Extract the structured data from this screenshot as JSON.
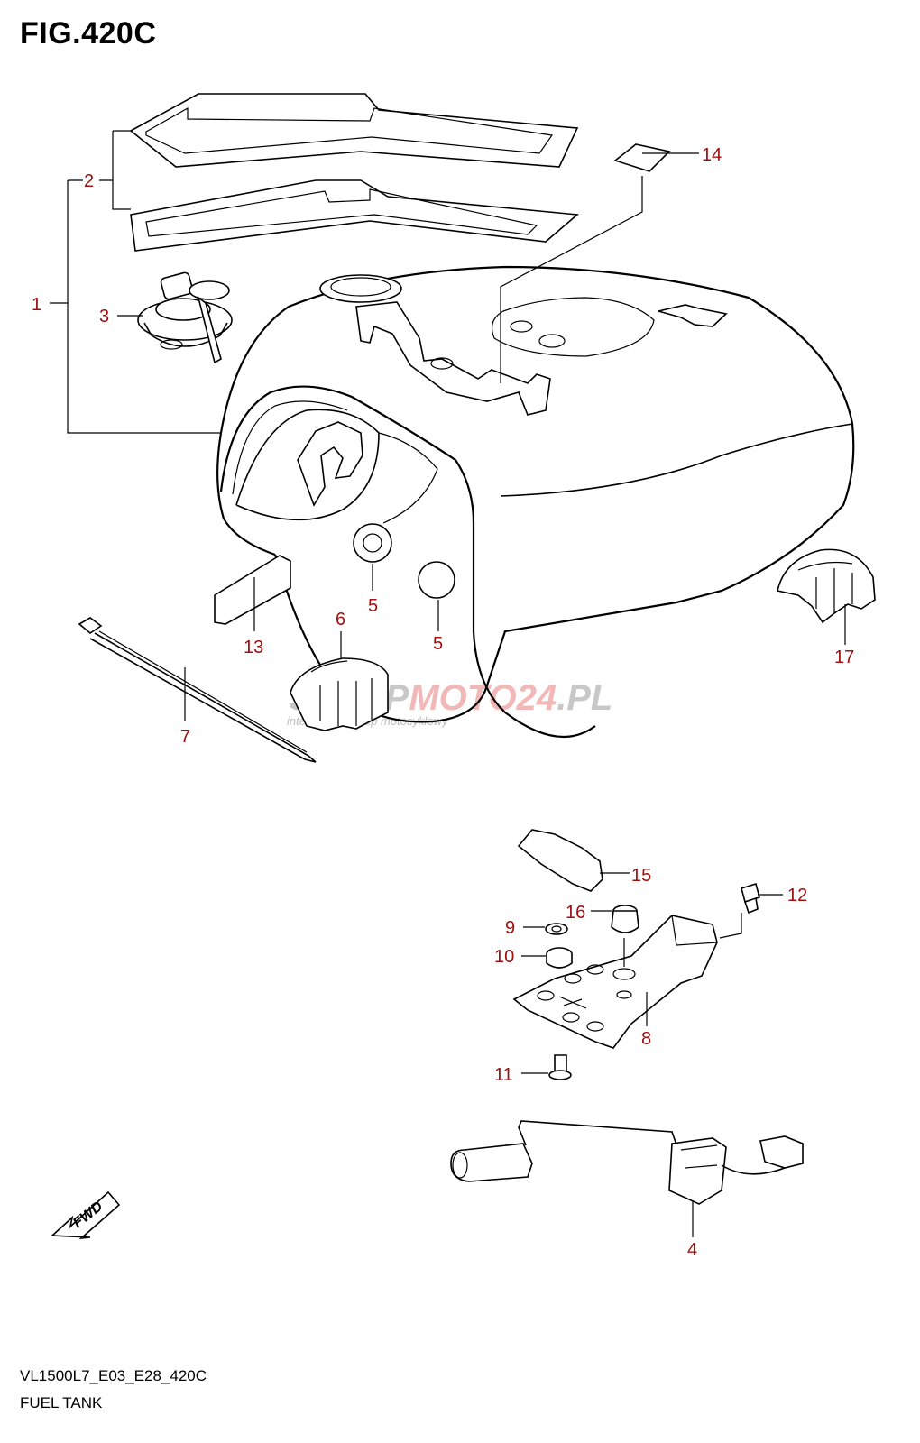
{
  "figure": {
    "title": "FIG.420C",
    "code": "VL1500L7_E03_E28_420C",
    "name": "FUEL TANK"
  },
  "watermark": {
    "prefix": "SKLEP",
    "accent": "MOTO",
    "number": "24",
    "suffix": ".PL",
    "tagline": "internetowy sklep motocyklowy",
    "color": "#c8c8c8",
    "accent_color": "#f2b8b8"
  },
  "fwd_label": "FWD",
  "callout_color": "#a01010",
  "callouts": [
    "1",
    "2",
    "3",
    "14",
    "5",
    "5",
    "6",
    "13",
    "7",
    "17",
    "15",
    "12",
    "16",
    "9",
    "10",
    "8",
    "11",
    "4"
  ]
}
